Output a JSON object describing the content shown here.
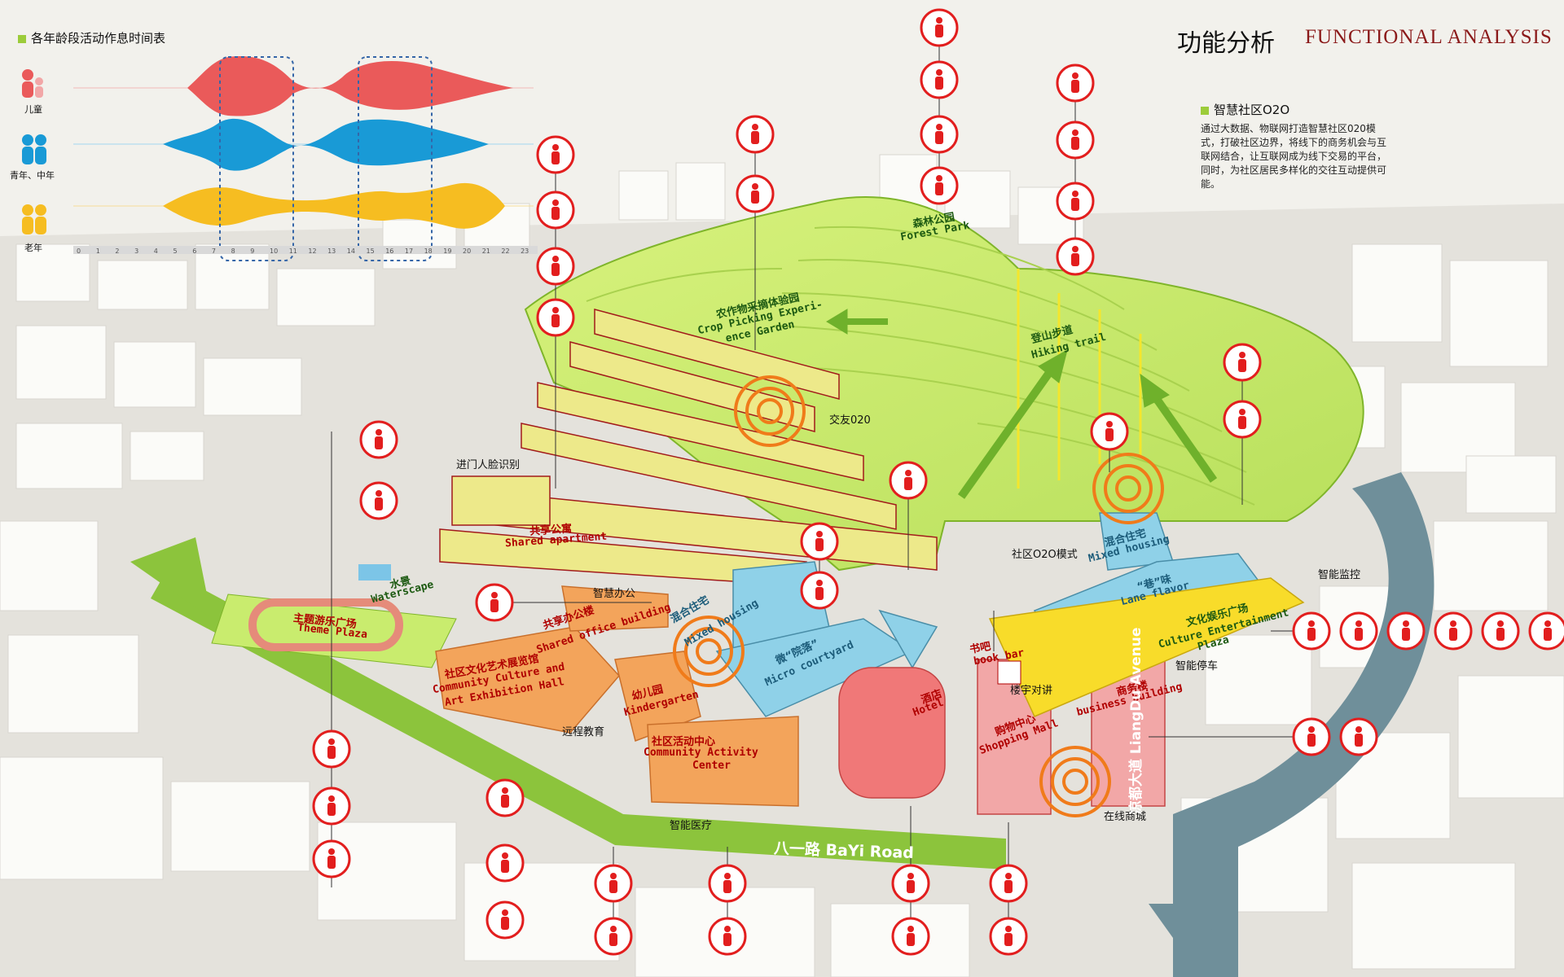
{
  "header": {
    "title_cn": "功能分析",
    "title_en": "FUNCTIONAL ANALYSIS"
  },
  "schedule": {
    "title": "各年龄段活动作息时间表",
    "groups": [
      {
        "label": "儿童",
        "color": "#ea5a5a"
      },
      {
        "label": "青年、中年",
        "color": "#199ad6"
      },
      {
        "label": "老年",
        "color": "#f6bd21"
      }
    ],
    "hours": [
      "0",
      "1",
      "2",
      "3",
      "4",
      "5",
      "6",
      "7",
      "8",
      "9",
      "10",
      "11",
      "12",
      "13",
      "14",
      "15",
      "16",
      "17",
      "18",
      "19",
      "20",
      "21",
      "22",
      "23"
    ]
  },
  "o2o": {
    "title": "智慧社区O2O",
    "desc": "通过大数据、物联网打造智慧社区020模式，打破社区边界，将线下的商务机会与互联网结合，让互联网成为线下交易的平台，同时，为社区居民多样化的交往互动提供可能。"
  },
  "zones": {
    "forest_cn": "森林公园",
    "forest_en": "Forest Park",
    "crop_cn": "农作物采摘体验园",
    "crop_en1": "Crop Picking Experi-",
    "crop_en2": "ence Garden",
    "hiking_cn": "登山步道",
    "hiking_en": "Hiking trail",
    "shared_apt_cn": "共享公寓",
    "shared_apt_en": "Shared apartment",
    "water_cn": "水景",
    "water_en": "Waterscape",
    "theme_cn": "主题游乐广场",
    "theme_en": "Theme Plaza",
    "office_cn": "共享办公楼",
    "office_en": "Shared office building",
    "mixed_cn": "混合住宅",
    "mixed_en": "Mixed housing",
    "mixed2_cn": "混合住宅",
    "mixed2_en": "Mixed housing",
    "museum_cn": "社区文化艺术展览馆",
    "museum_en1": "Community Culture and",
    "museum_en2": "Art Exhibition Hall",
    "kinder_cn": "幼儿园",
    "kinder_en": "Kindergarten",
    "micro_cn": "微“院落”",
    "micro_en": "Micro courtyard",
    "activity_cn": "社区活动中心",
    "activity_en1": "Community Activity",
    "activity_en2": "Center",
    "hotel_cn": "酒店",
    "hotel_en": "Hotel",
    "shop_cn": "购物中心",
    "shop_en": "Shopping Mall",
    "book_cn": "书吧",
    "book_en": "book bar",
    "lane_cn": "“巷”味",
    "lane_en": "Lane flavor",
    "culture_cn": "文化娱乐广场",
    "culture_en1": "Culture Entertainment",
    "culture_en2": "Plaza",
    "business_cn": "商务楼",
    "business_en": "business building"
  },
  "tags": {
    "social": "交友020",
    "face": "进门人脸识别",
    "smart_office": "智慧办公",
    "o2o_mode": "社区O2O模式",
    "monitor": "智能监控",
    "parking": "智能停车",
    "intercom": "楼宇对讲",
    "remote_edu": "远程教育",
    "medical": "智能医疗",
    "online_mall": "在线商城"
  },
  "roads": {
    "bayi": "八一路  BaYi Road",
    "liangdu": "凉都大道  LiangDu Avenue"
  },
  "colors": {
    "hill": "#c9ec6e",
    "hill_edge": "#7fb52a",
    "arrow_green": "#8cc43c",
    "road_blue": "#6f8f9a",
    "icon_red": "#e21e1e",
    "apartment": "#ede98a",
    "orange": "#f3a45b",
    "blue": "#8fd1e8",
    "pink": "#f07878",
    "yellow": "#f8dc2a"
  }
}
